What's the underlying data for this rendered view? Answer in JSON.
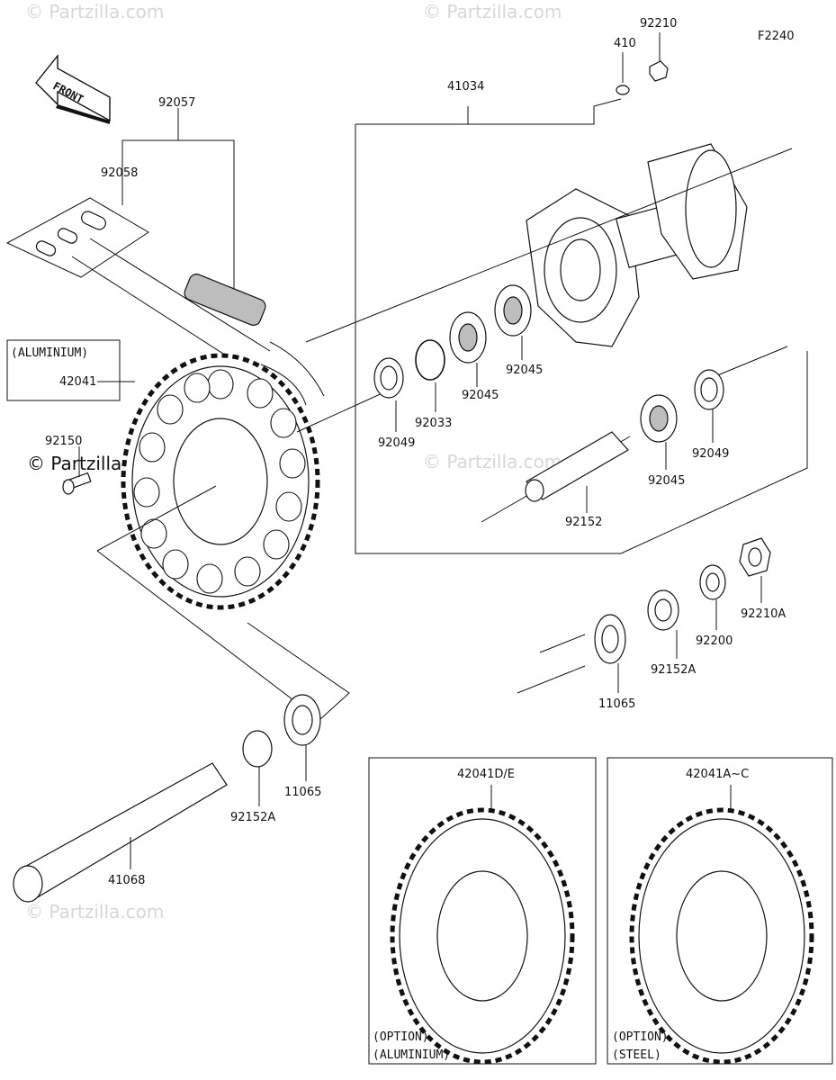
{
  "diagram_code": "F2240",
  "front_label": "FRONT",
  "watermark": "© Partzilla.com",
  "callouts": {
    "p410": "410",
    "p92210": "92210",
    "p41034": "41034",
    "p92057": "92057",
    "p92058": "92058",
    "p42041": "42041",
    "aluminium_note": "(ALUMINIUM)",
    "p92150": "92150",
    "p92045a": "92045",
    "p92045b": "92045",
    "p92045c": "92045",
    "p92033": "92033",
    "p92049a": "92049",
    "p92049b": "92049",
    "p92152": "92152",
    "p92210A": "92210A",
    "p92200": "92200",
    "p92152A_right": "92152A",
    "p11065_right": "11065",
    "p11065_left": "11065",
    "p92152A_left": "92152A",
    "p41068": "41068"
  },
  "option_boxes": [
    {
      "part": "42041D/E",
      "line1": "(OPTION)",
      "line2": "(ALUMINIUM)"
    },
    {
      "part": "42041A~C",
      "line1": "(OPTION)",
      "line2": "(STEEL)"
    }
  ]
}
